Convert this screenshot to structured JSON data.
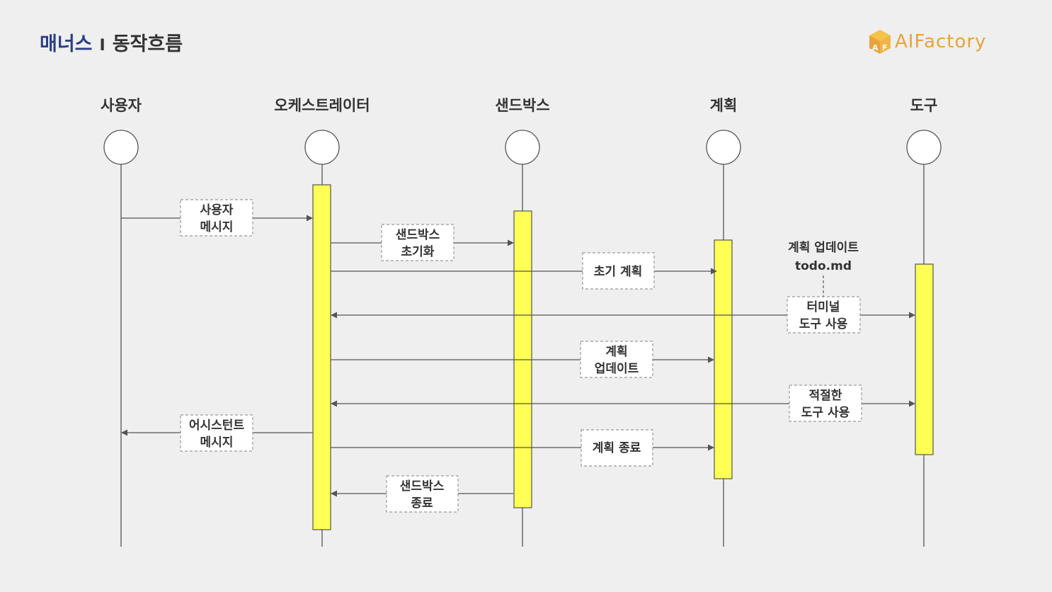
{
  "header": {
    "brand": "매너스",
    "separator": "I",
    "subtitle": "동작흐름",
    "logo_text": "AIFactory",
    "logo_colors": {
      "top": "#f5c24a",
      "left": "#e8a33b",
      "right": "#f0b544",
      "text": "#e8a33b"
    }
  },
  "colors": {
    "background": "#efefef",
    "brand": "#2b3e86",
    "activation_fill": "#ffff55",
    "activation_stroke": "#555555",
    "line": "#555555",
    "label_border": "#999999"
  },
  "participants": [
    {
      "id": "user",
      "label": "사용자"
    },
    {
      "id": "orch",
      "label": "오케스트레이터"
    },
    {
      "id": "sandbox",
      "label": "샌드박스"
    },
    {
      "id": "plan",
      "label": "계획"
    },
    {
      "id": "tool",
      "label": "도구"
    }
  ],
  "activations": [
    {
      "participant": "orch"
    },
    {
      "participant": "sandbox"
    },
    {
      "participant": "plan"
    },
    {
      "participant": "tool"
    }
  ],
  "messages": [
    {
      "from": "user",
      "to": "orch",
      "label": [
        "사용자",
        "메시지"
      ]
    },
    {
      "from": "orch",
      "to": "sandbox",
      "label": [
        "샌드박스",
        "초기화"
      ]
    },
    {
      "from": "orch",
      "to": "plan",
      "label": [
        "초기 계획"
      ]
    },
    {
      "from": "tool",
      "to": "orch",
      "label": [
        "터미널",
        "도구 사용"
      ],
      "bidirectional": true
    },
    {
      "from": "orch",
      "to": "plan",
      "label": [
        "계획",
        "업데이트"
      ]
    },
    {
      "from": "tool",
      "to": "orch",
      "label": [
        "적절한",
        "도구 사용"
      ],
      "bidirectional": true
    },
    {
      "from": "orch",
      "to": "user",
      "label": [
        "어시스턴트",
        "메시지"
      ]
    },
    {
      "from": "orch",
      "to": "plan",
      "label": [
        "계획 종료"
      ]
    },
    {
      "from": "sandbox",
      "to": "orch",
      "label": [
        "샌드박스",
        "종료"
      ]
    }
  ],
  "note": {
    "lines": [
      "계획 업데이트",
      "todo.md"
    ],
    "attached_to_message": 3
  }
}
